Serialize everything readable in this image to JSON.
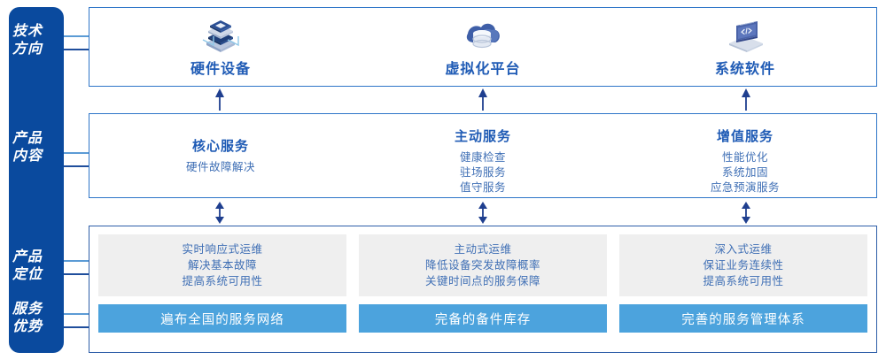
{
  "colors": {
    "sidebar_bg": "#0a4a9e",
    "box_border": "#2e75c8",
    "title_blue": "#1f5bb5",
    "body_blue": "#3f6fb5",
    "grey_card": "#efefef",
    "bar_blue": "#4ca3dd",
    "connector_light": "#5b9bd5",
    "connector_dark": "#1f4e9c"
  },
  "sidebar": {
    "items": [
      {
        "id": "tech-direction",
        "line1": "技术",
        "line2": "方向"
      },
      {
        "id": "product-content",
        "line1": "产品",
        "line2": "内容"
      },
      {
        "id": "product-position",
        "line1": "产品",
        "line2": "定位"
      },
      {
        "id": "service-advantage",
        "line1": "服务",
        "line2": "优势"
      }
    ]
  },
  "tech_row": {
    "columns": [
      {
        "icon": "server-stack-icon",
        "label": "硬件设备"
      },
      {
        "icon": "cloud-database-icon",
        "label": "虚拟化平台"
      },
      {
        "icon": "laptop-code-icon",
        "label": "系统软件"
      }
    ]
  },
  "content_row": {
    "columns": [
      {
        "title": "核心服务",
        "items": [
          "硬件故障解决"
        ]
      },
      {
        "title": "主动服务",
        "items": [
          "健康检查",
          "驻场服务",
          "值守服务"
        ]
      },
      {
        "title": "增值服务",
        "items": [
          "性能优化",
          "系统加固",
          "应急预演服务"
        ]
      }
    ]
  },
  "position_row": {
    "cards": [
      {
        "lines": [
          "实时响应式运维",
          "解决基本故障",
          "提高系统可用性"
        ]
      },
      {
        "lines": [
          "主动式运维",
          "降低设备突发故障概率",
          "关键时间点的服务保障"
        ]
      },
      {
        "lines": [
          "深入式运维",
          "保证业务连续性",
          "提高系统可用性"
        ]
      }
    ]
  },
  "advantage_row": {
    "bars": [
      {
        "label": "遍布全国的服务网络"
      },
      {
        "label": "完备的备件库存"
      },
      {
        "label": "完善的服务管理体系"
      }
    ]
  },
  "arrows": {
    "up": "arrow-up-icon",
    "updown": "arrow-up-down-icon"
  }
}
